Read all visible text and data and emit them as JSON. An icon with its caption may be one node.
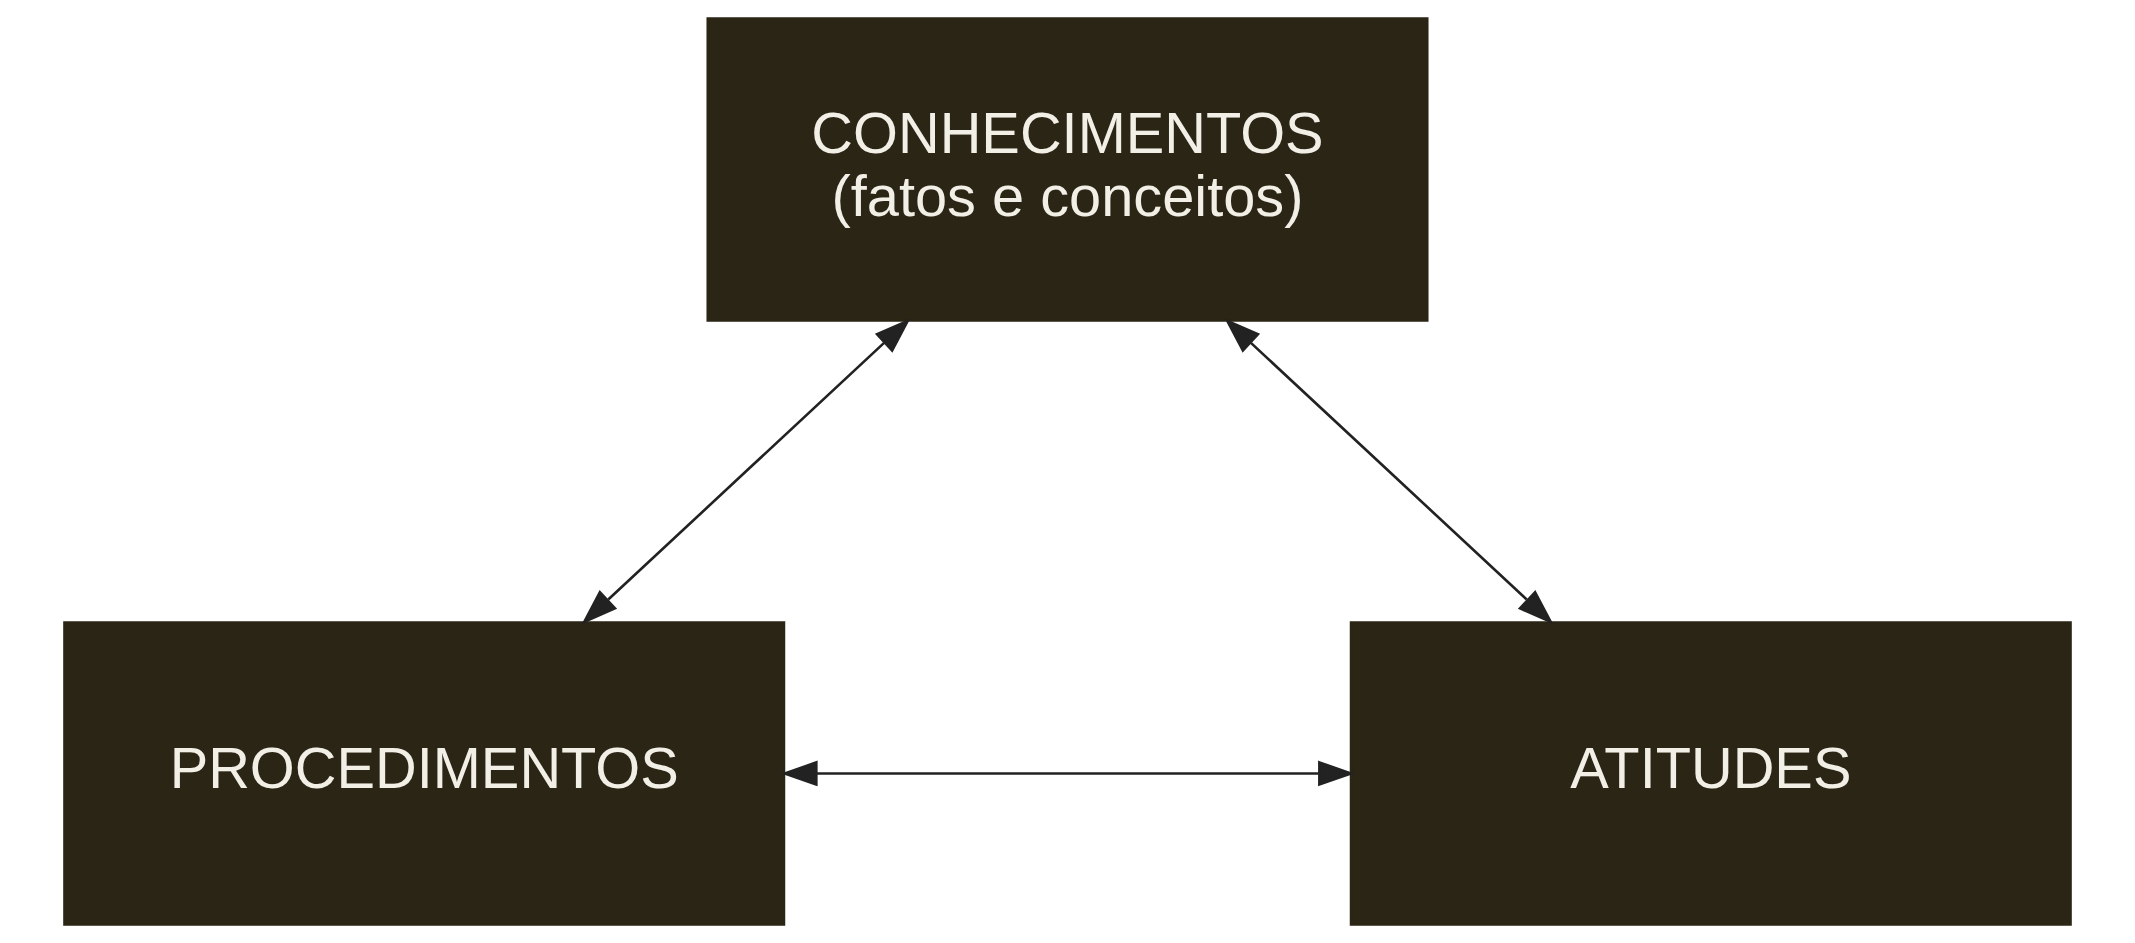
{
  "diagram": {
    "nodes": [
      {
        "text": [
          "CONHECIMENTOS",
          "(fatos e conceitos)"
        ]
      },
      {
        "text": [
          "PROCEDIMENTOS"
        ]
      },
      {
        "text": [
          "ATITUDES"
        ]
      }
    ],
    "edges": [
      {
        "from": 0,
        "to": 1,
        "arrow": "both"
      },
      {
        "from": 0,
        "to": 2,
        "arrow": "both"
      },
      {
        "from": 1,
        "to": 2,
        "arrow": "both"
      }
    ]
  }
}
